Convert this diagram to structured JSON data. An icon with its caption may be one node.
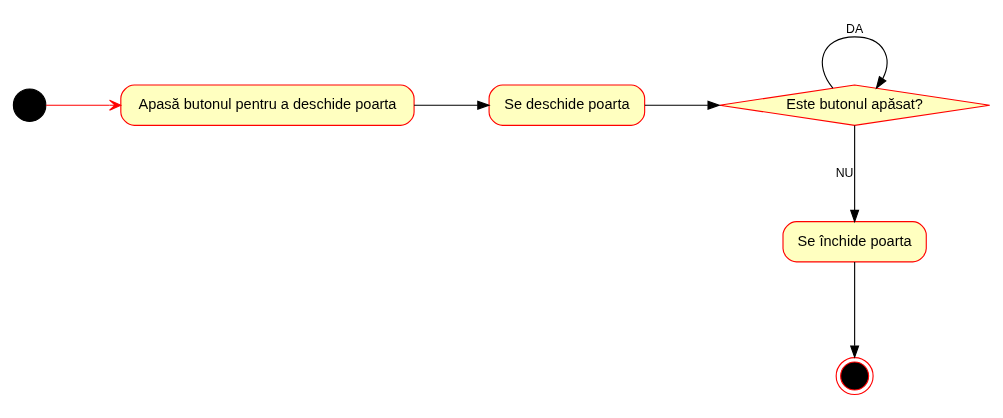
{
  "diagram": {
    "nodes": [
      {
        "text": [],
        "shape": "circle"
      },
      {
        "text": [
          "Apasă butonul pentru a deschide poarta"
        ]
      },
      {
        "text": [
          "Se deschide poarta"
        ]
      },
      {
        "text": [
          "Este butonul apăsat?"
        ]
      },
      {
        "text": [
          "Se închide poarta"
        ]
      },
      {
        "text": [],
        "shape": "circle"
      }
    ],
    "edges": [
      {
        "from": 0,
        "to": 1,
        "arrow": "to",
        "color": "#ff0000"
      },
      {
        "from": 1,
        "to": 2,
        "arrow": "to"
      },
      {
        "from": 2,
        "to": 3,
        "arrow": "to"
      },
      {
        "from": 3,
        "to": 3,
        "arrow": "to",
        "label": "DA"
      },
      {
        "from": 3,
        "to": 4,
        "arrow": "to",
        "label": "NU"
      },
      {
        "from": 4,
        "to": 5,
        "arrow": "to"
      }
    ]
  }
}
